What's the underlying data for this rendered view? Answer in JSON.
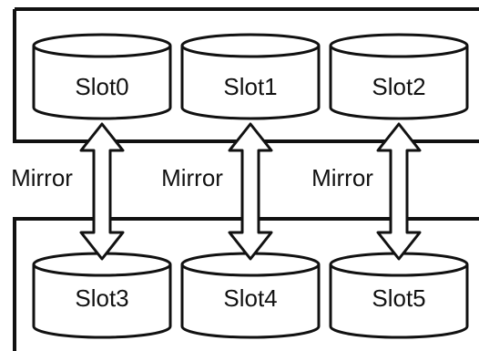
{
  "top_group": {
    "slots": [
      "Slot0",
      "Slot1",
      "Slot2"
    ]
  },
  "bottom_group": {
    "slots": [
      "Slot3",
      "Slot4",
      "Slot5"
    ]
  },
  "links": [
    {
      "label": "Mirror",
      "from": "Slot0",
      "to": "Slot3"
    },
    {
      "label": "Mirror",
      "from": "Slot1",
      "to": "Slot4"
    },
    {
      "label": "Mirror",
      "from": "Slot2",
      "to": "Slot5"
    }
  ],
  "colors": {
    "stroke": "#111111",
    "fill": "#ffffff",
    "background": "#ffffff"
  }
}
